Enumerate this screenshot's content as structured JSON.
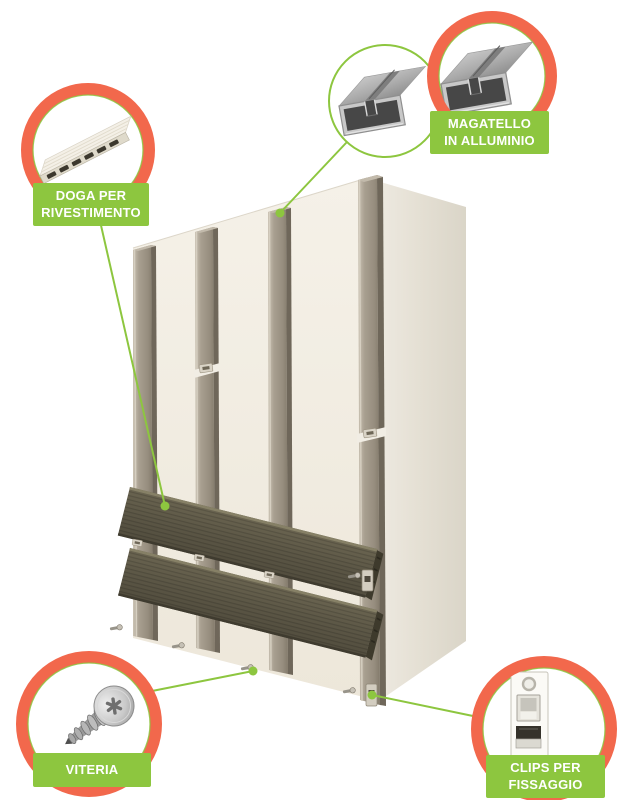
{
  "diagram": {
    "subject": "wall-cladding-installation-system",
    "language": "it"
  },
  "callouts": {
    "doga": {
      "label_lines": [
        "DOGA PER",
        "RIVESTIMENTO"
      ],
      "icon": "cladding-plank-icon"
    },
    "magatello": {
      "label_lines": [
        "MAGATELLO",
        "IN ALLUMINIO"
      ],
      "icon": "aluminum-joist-icon"
    },
    "viteria": {
      "label_lines": [
        "VITERIA"
      ],
      "icon": "screw-icon"
    },
    "clips": {
      "label_lines": [
        "CLIPS PER",
        "FISSAGGIO"
      ],
      "icon": "fixing-clip-icon"
    }
  },
  "colors": {
    "accent_orange": "#F2684C",
    "accent_green": "#8DC63F",
    "label_text": "#FFFFFF",
    "wall_front": "#F3EEE5",
    "wall_side": "#E3DED2",
    "joist_profile": "#A59C8D",
    "plank_dark": "#5C5746",
    "aluminum": "#ABABAB"
  }
}
